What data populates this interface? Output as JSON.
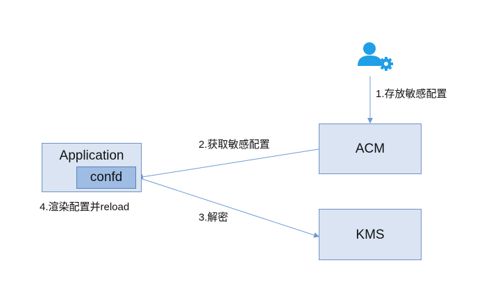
{
  "nodes": {
    "application": {
      "label": "Application"
    },
    "confd": {
      "label": "confd"
    },
    "acm": {
      "label": "ACM"
    },
    "kms": {
      "label": "KMS"
    }
  },
  "edges": {
    "store": {
      "label": "1.存放敏感配置"
    },
    "fetch": {
      "label": "2.获取敏感配置"
    },
    "decrypt": {
      "label": "3.解密"
    },
    "render": {
      "label": "4.渲染配置并reload"
    }
  },
  "colors": {
    "box_fill": "#dae4f3",
    "box_border": "#6f91c2",
    "inner_fill": "#9fbde4",
    "arrow": "#6f9bd1",
    "icon": "#1e9fe6"
  },
  "icons": {
    "admin": "user-gear-icon"
  }
}
